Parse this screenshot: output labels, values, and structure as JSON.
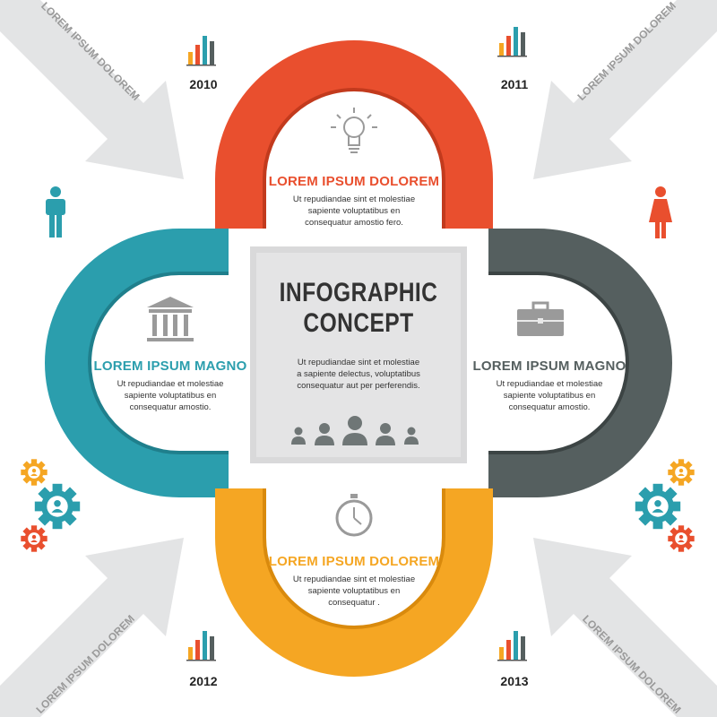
{
  "colors": {
    "red": "#e94f2e",
    "teal": "#2b9ead",
    "gray": "#555f5f",
    "orange": "#f5a623",
    "center_bg": "#d9d9da",
    "arrow": "#e3e4e5",
    "icon_gray": "#9a9a9a"
  },
  "center": {
    "title_lines": [
      "INFOGRAPHIC",
      "CONCEPT"
    ],
    "text_lines": [
      "Ut repudiandae sint et molestiae",
      "a sapiente delectus, voluptatibus",
      "consequatur aut per perferendis."
    ]
  },
  "top_block": {
    "icon": "lightbulb-icon",
    "title": "LOREM IPSUM DOLOREM",
    "text_lines": [
      "Ut repudiandae sint et molestiae",
      "sapiente voluptatibus en",
      "consequatur amostio fero."
    ]
  },
  "left_block": {
    "icon": "bank-icon",
    "title": "LOREM IPSUM MAGNO",
    "text_lines": [
      "Ut repudiandae et molestiae",
      "sapiente voluptatibus en",
      "consequatur amostio."
    ]
  },
  "right_block": {
    "icon": "briefcase-icon",
    "title": "LOREM IPSUM MAGNO",
    "text_lines": [
      "Ut repudiandae et molestiae",
      "sapiente voluptatibus en",
      "consequatur amostio."
    ]
  },
  "bottom_block": {
    "icon": "stopwatch-icon",
    "title": "LOREM IPSUM DOLOREM",
    "text_lines": [
      "Ut repudiandae sint et molestiae",
      "sapiente voluptatibus en",
      "consequatur ."
    ]
  },
  "years": [
    "2010",
    "2011",
    "2012",
    "2013"
  ],
  "arrows": {
    "top_left": "LOREM IPSUM DOLOREM",
    "top_right": "LOREM IPSUM DOLOREM",
    "bottom_left": "LOREM IPSUM DOLOREM",
    "bottom_right": "LOREM IPSUM DOLOREM"
  },
  "side_icons": {
    "left_person": "man-icon",
    "right_person": "woman-icon",
    "left_gears": "gears-icon",
    "right_gears": "gears-icon",
    "center_people": "people-group-icon"
  }
}
